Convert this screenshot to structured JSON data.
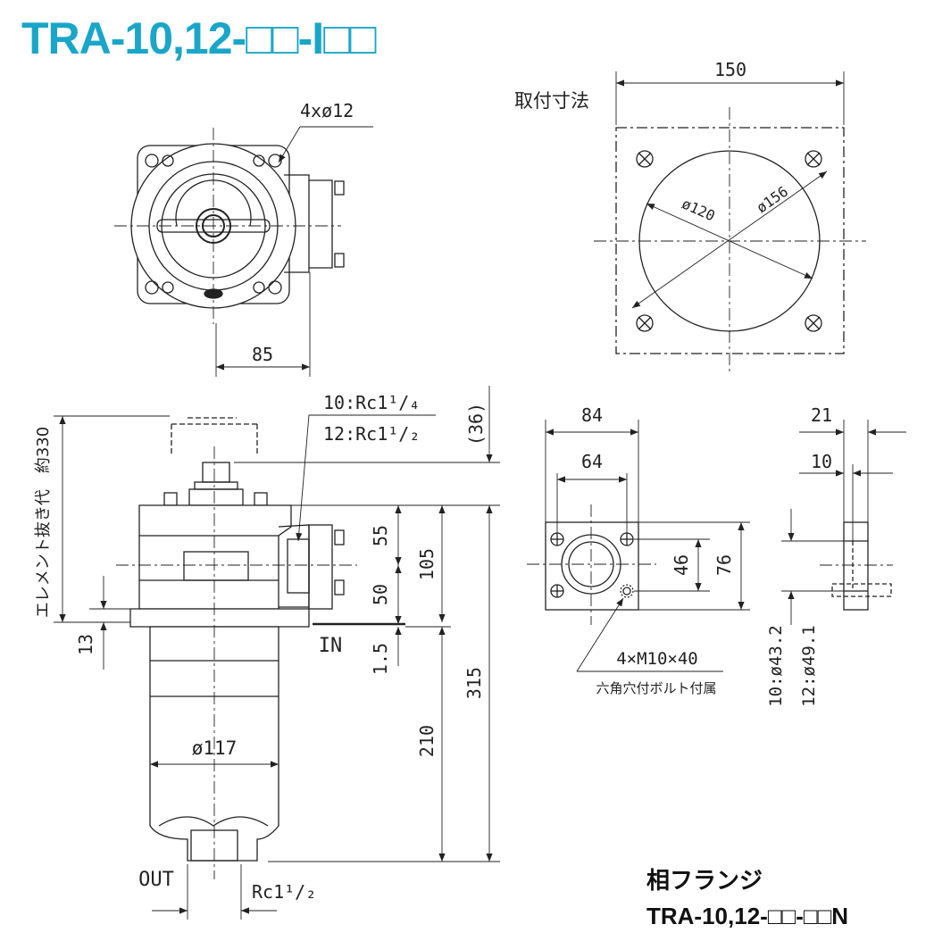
{
  "title": "TRA-10,12-□□-I□□",
  "top_view": {
    "bolt_holes": "4xø12",
    "width_dim": "85"
  },
  "mounting": {
    "label": "取付寸法",
    "square_dim": "150",
    "dia_inner": "ø120",
    "dia_outer": "ø156"
  },
  "side_view": {
    "port_10": "10:Rc1¹/₄",
    "port_12": "12:Rc1¹/₂",
    "dim_36": "(36)",
    "element_removal": "エレメント抜き代　約330",
    "dim_55": "55",
    "dim_50": "50",
    "dim_105": "105",
    "dim_1_5": "1.5",
    "dim_13": "13",
    "in_label": "IN",
    "dim_315": "315",
    "dim_210": "210",
    "dia_117": "ø117",
    "out_label": "OUT",
    "out_port": "Rc1¹/₂"
  },
  "flange": {
    "dim_84": "84",
    "dim_64": "64",
    "dim_46": "46",
    "dim_76": "76",
    "bolts": "4×M10×40",
    "bolt_note": "六角穴付ボルト付属",
    "dim_21": "21",
    "dim_10": "10",
    "dia_10": "10:ø43.2",
    "dia_12": "12:ø49.1",
    "caption_line1": "相フランジ",
    "caption_line2": "TRA-10,12-□□-□□N"
  }
}
